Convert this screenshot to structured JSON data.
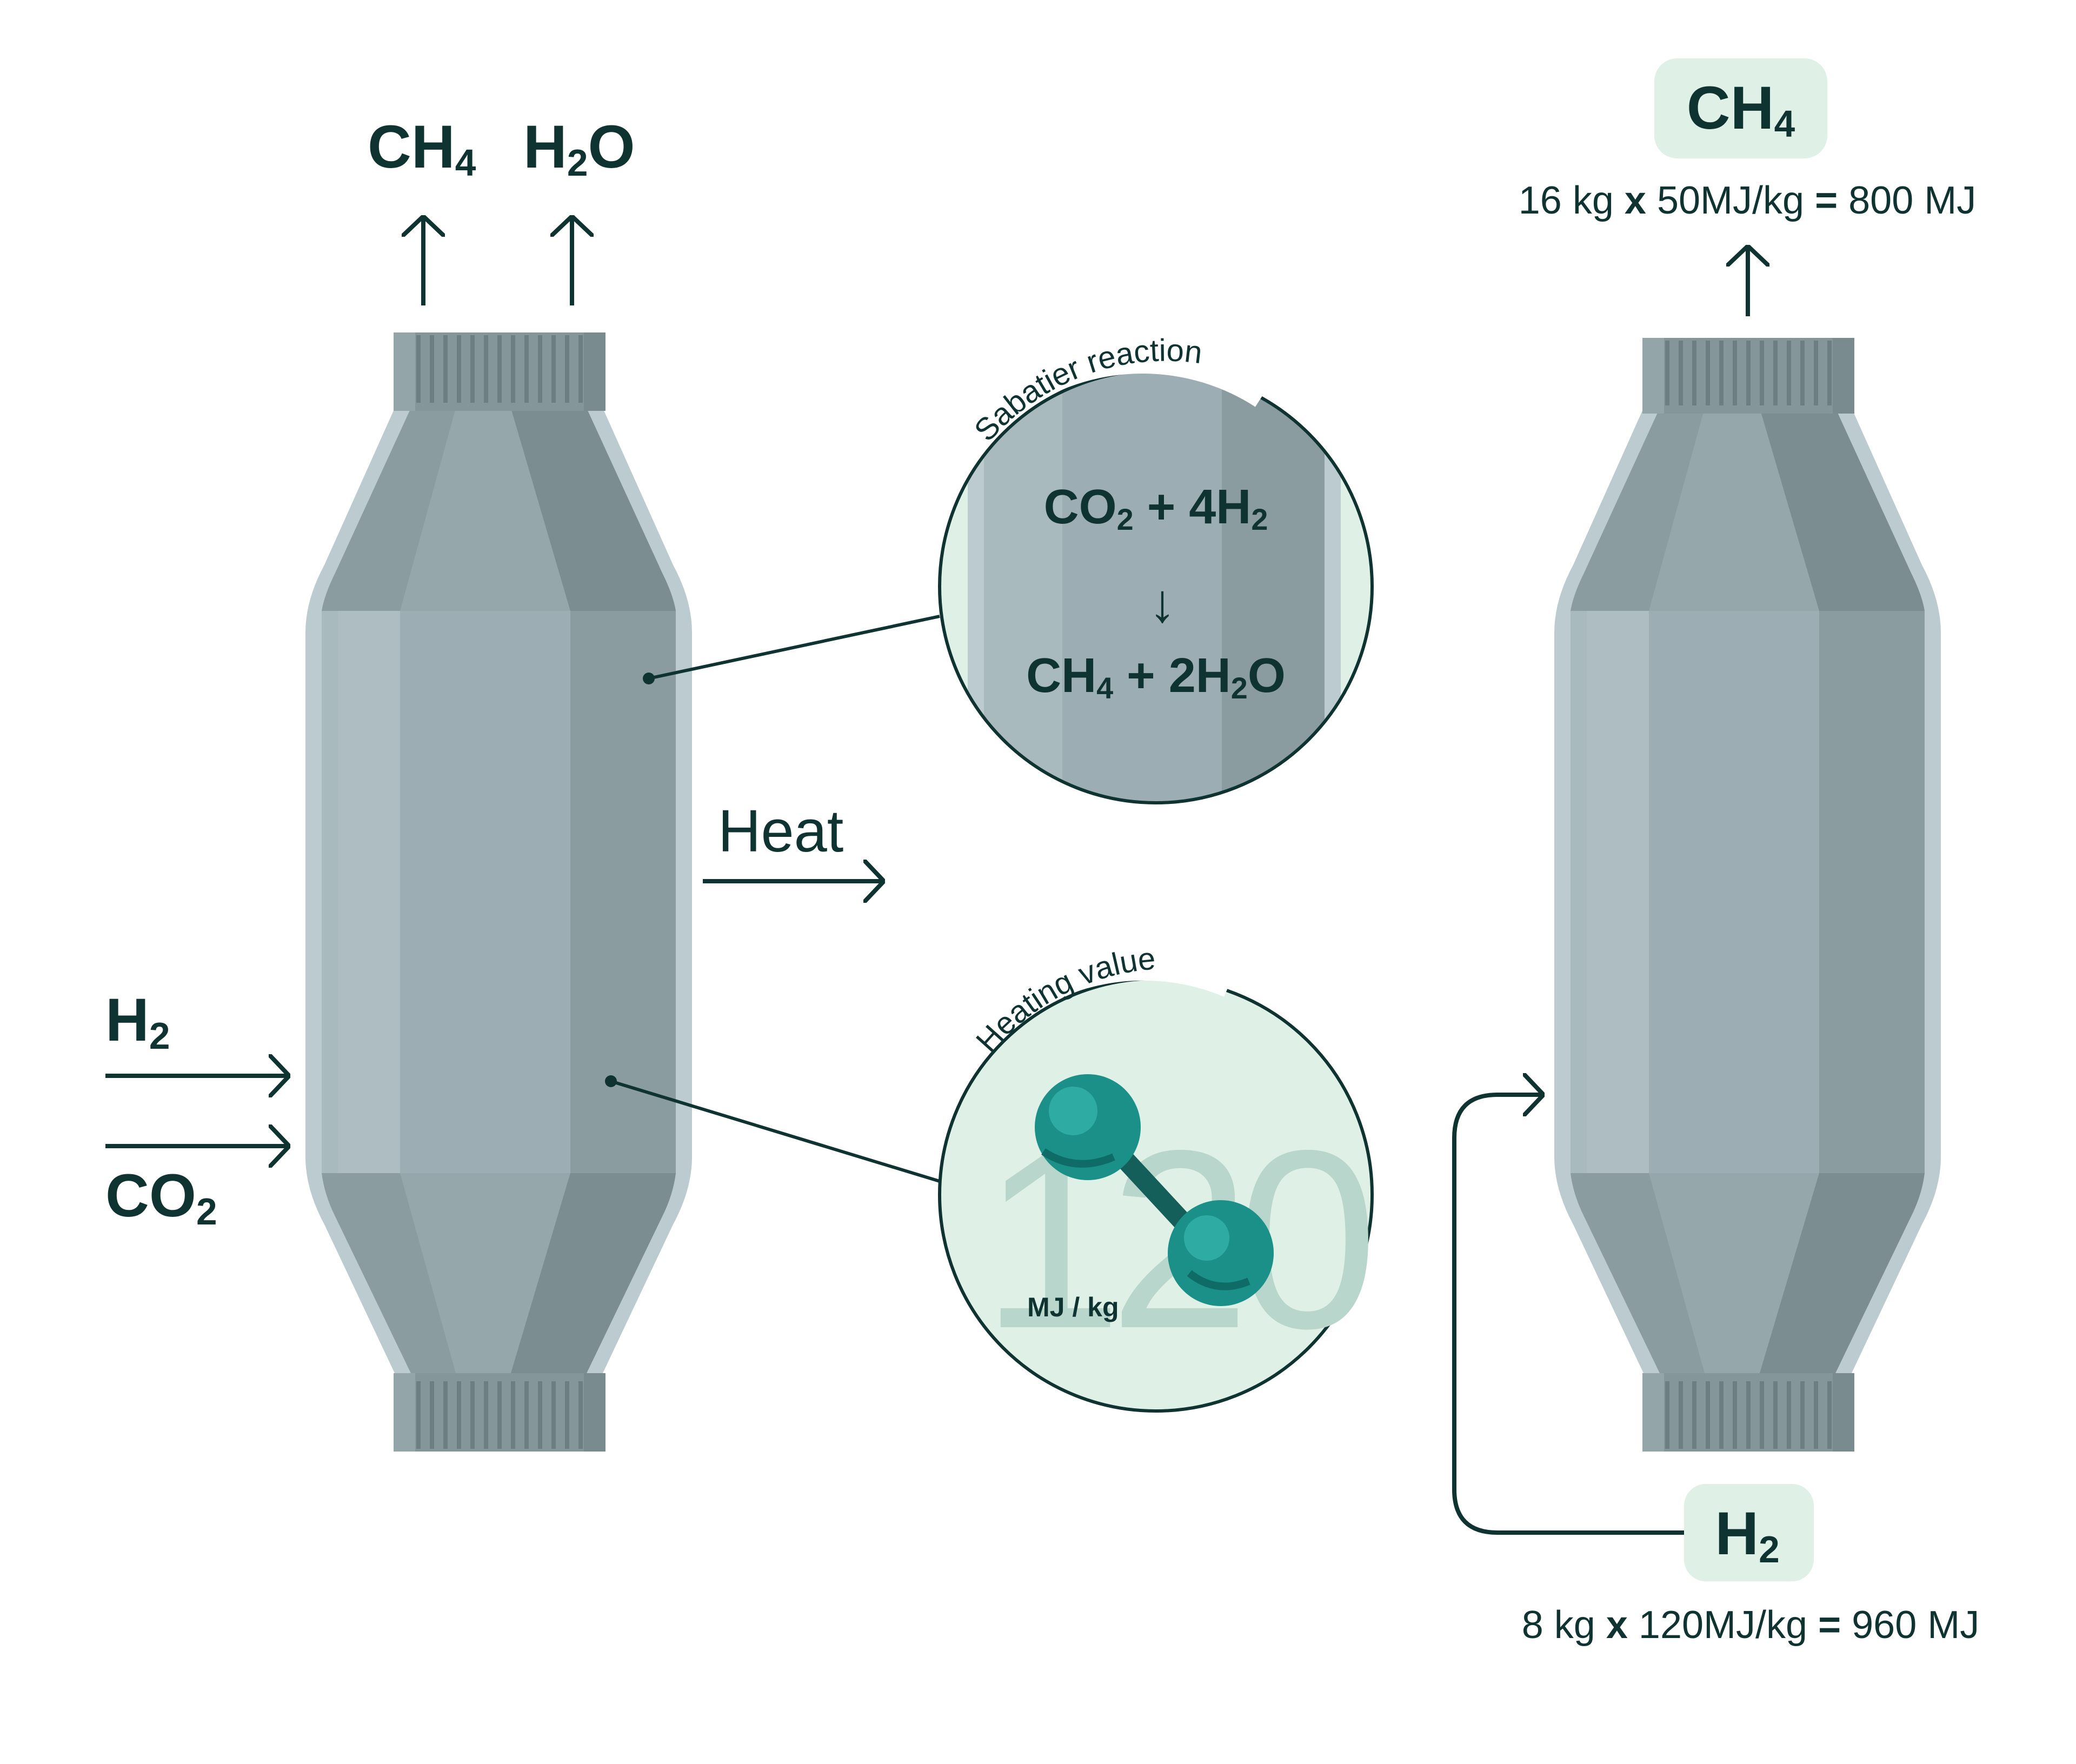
{
  "reactor": {
    "top_outputs": [
      {
        "main": "CH",
        "sub": "4",
        "tail": ""
      },
      {
        "main": "H",
        "sub": "2",
        "tail": "O"
      }
    ],
    "inputs": [
      {
        "main": "H",
        "sub": "2"
      },
      {
        "main": "CO",
        "sub": "2"
      }
    ],
    "heat_label": "Heat"
  },
  "sabatier": {
    "title": "Sabatier reaction",
    "reactants": {
      "a_main": "CO",
      "a_sub": "2",
      "b_main": " + 4H",
      "b_sub": "2"
    },
    "arrow": "↓",
    "products": {
      "a_main": "CH",
      "a_sub": "4",
      "b_main": " + 2H",
      "b_sub": "2",
      "c": "O"
    }
  },
  "heating_value": {
    "title": "Heating value",
    "number": "120",
    "unit": "MJ / kg"
  },
  "output_side": {
    "product": {
      "main": "CH",
      "sub": "4"
    },
    "product_calc": {
      "lhs": "16 kg ",
      "op": "x",
      "mid": " 50MJ/kg ",
      "eq": "=",
      "rhs": " 800 MJ"
    },
    "feed": {
      "main": "H",
      "sub": "2"
    },
    "feed_calc": {
      "lhs": "8 kg ",
      "op": "x",
      "mid": " 120MJ/kg ",
      "eq": "=",
      "rhs": " 960 MJ"
    }
  },
  "colors": {
    "ink": "#0f3331",
    "mint": "#dff1e7",
    "teal": "#1a9088",
    "vessel_outer": "#bccbcf",
    "vessel_mid": "#9aabb0",
    "vessel_dark": "#84969a"
  }
}
